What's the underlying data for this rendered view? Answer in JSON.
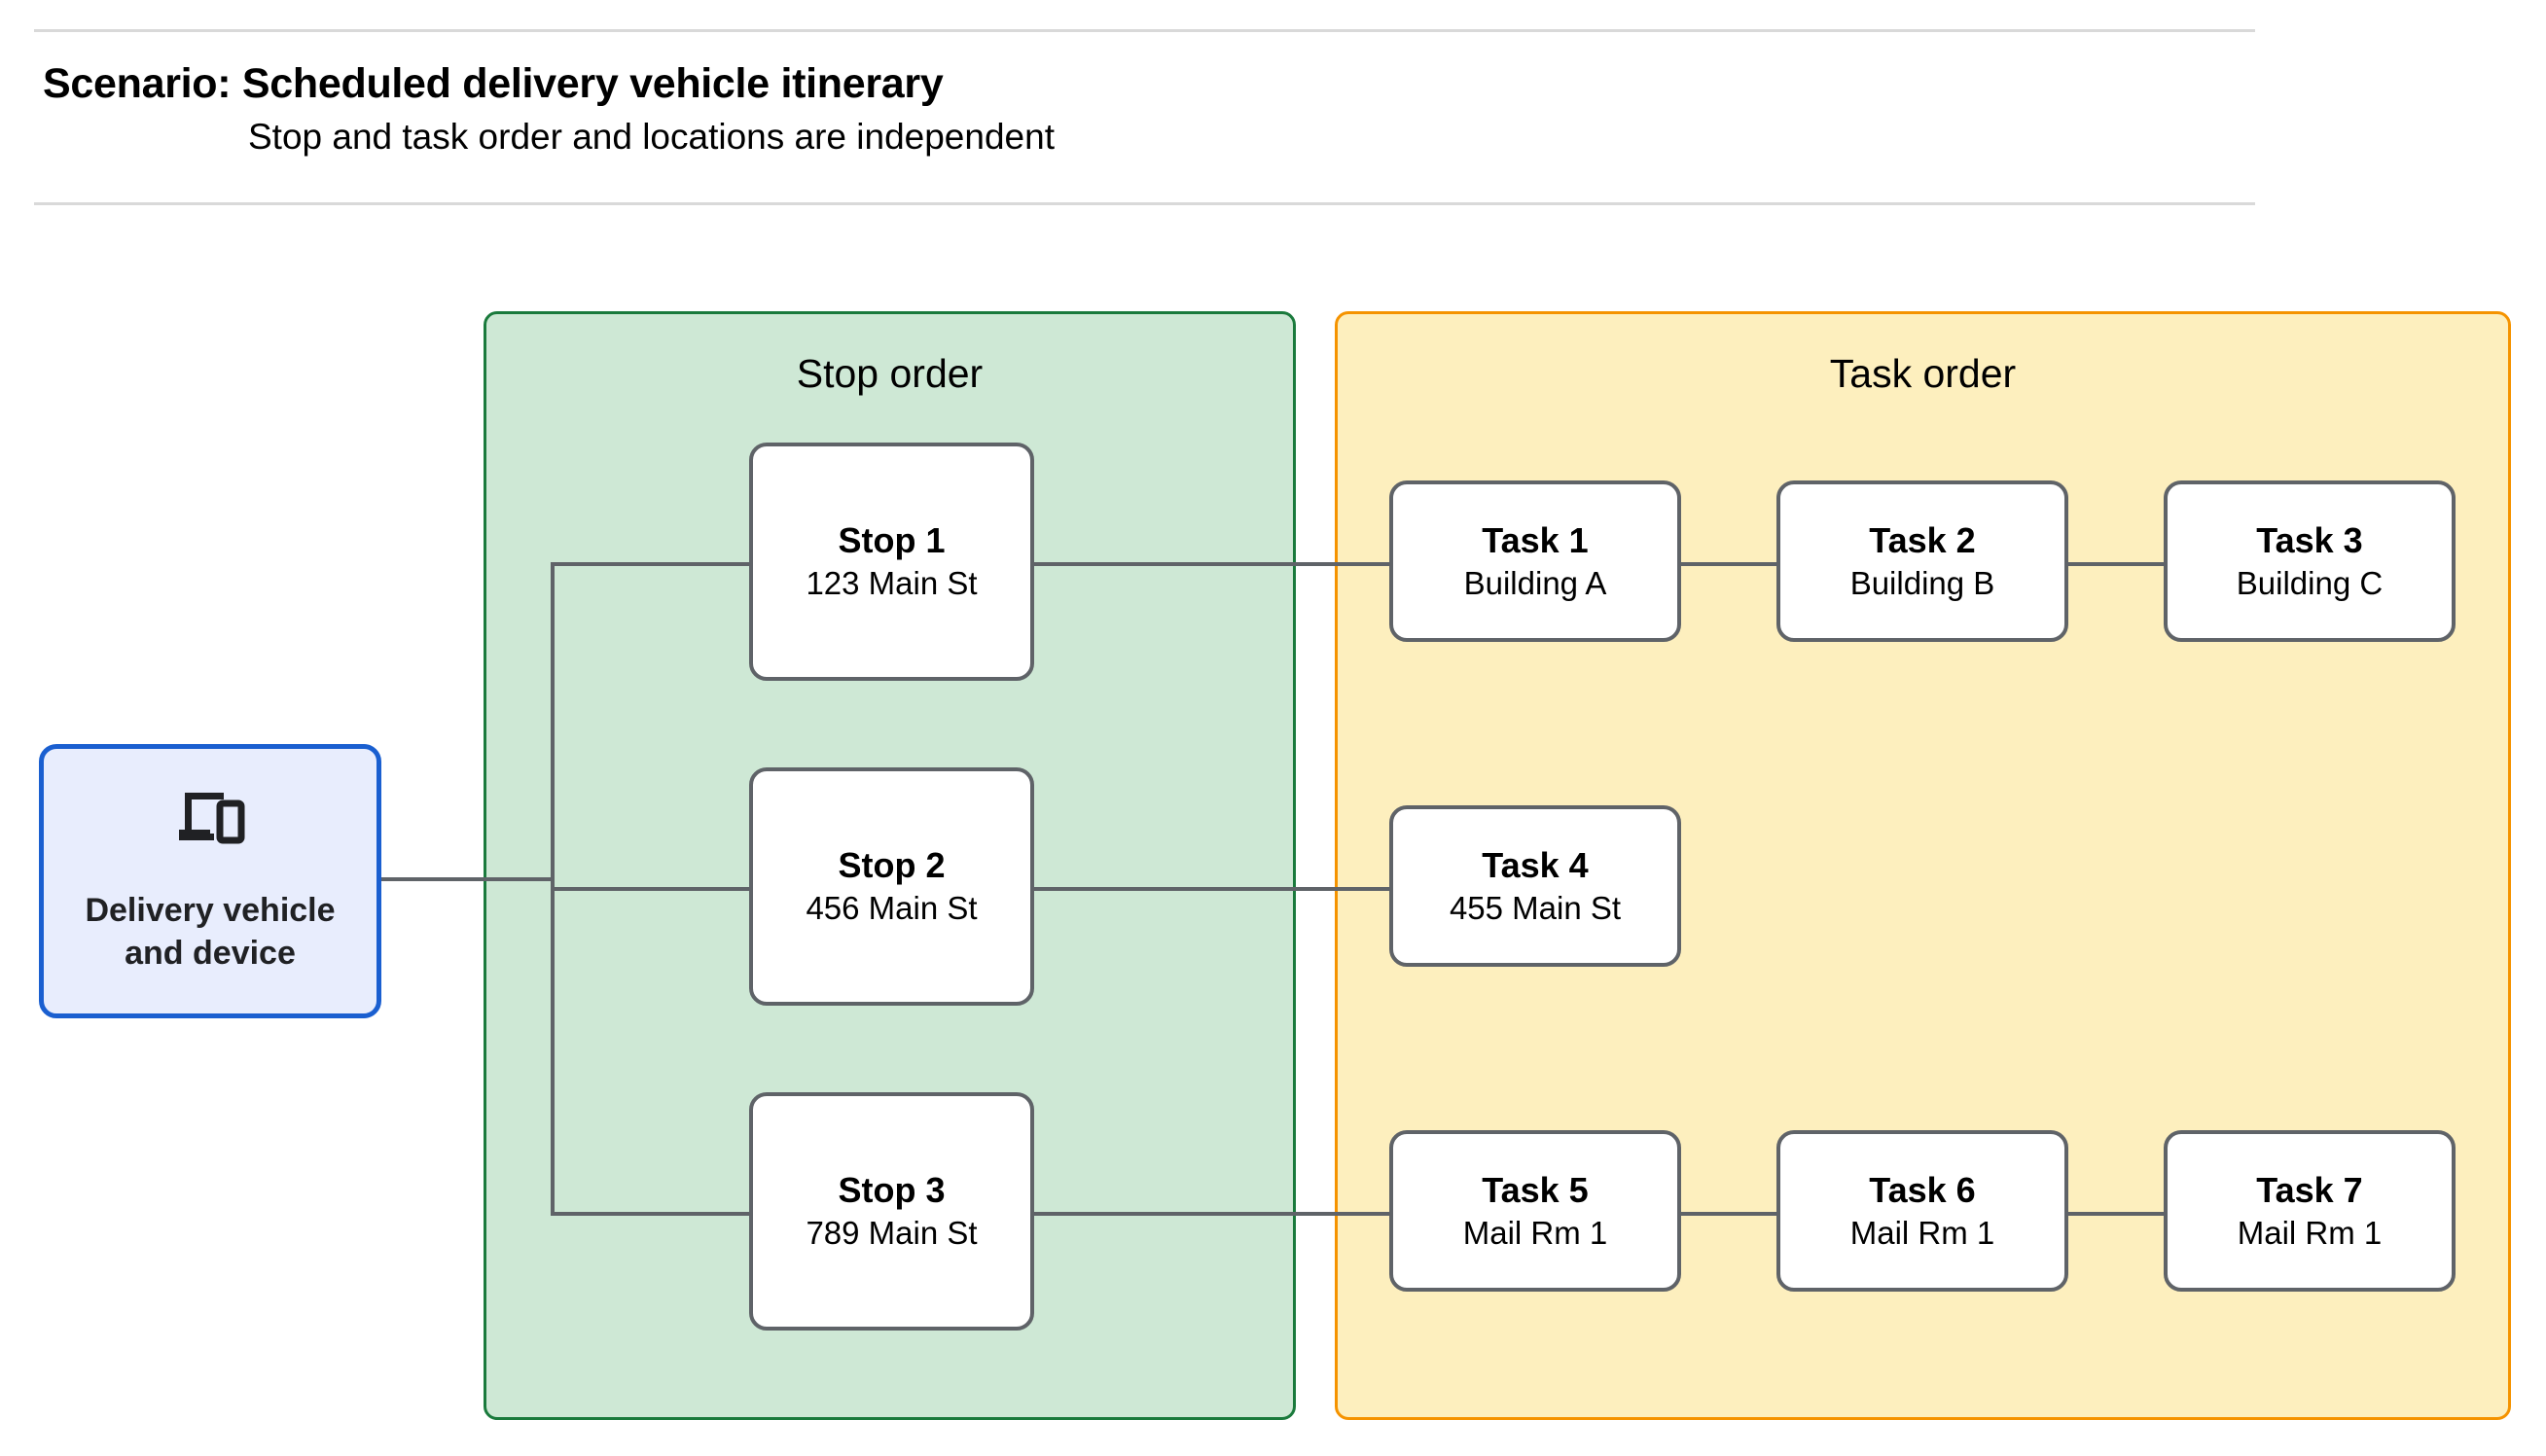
{
  "header": {
    "title": "Scenario: Scheduled delivery vehicle itinerary",
    "subtitle": "Stop and task order and locations are independent"
  },
  "vehicle": {
    "icon": "devices-icon",
    "label": "Delivery vehicle\nand device"
  },
  "stop_panel": {
    "title": "Stop order",
    "stops": [
      {
        "title": "Stop 1",
        "address": "123 Main St"
      },
      {
        "title": "Stop 2",
        "address": "456 Main St"
      },
      {
        "title": "Stop 3",
        "address": "789 Main St"
      }
    ]
  },
  "task_panel": {
    "title": "Task order",
    "rows": [
      [
        {
          "title": "Task 1",
          "location": "Building A"
        },
        {
          "title": "Task 2",
          "location": "Building B"
        },
        {
          "title": "Task 3",
          "location": "Building C"
        }
      ],
      [
        {
          "title": "Task 4",
          "location": "455 Main St"
        }
      ],
      [
        {
          "title": "Task 5",
          "location": "Mail Rm 1"
        },
        {
          "title": "Task 6",
          "location": "Mail Rm 1"
        },
        {
          "title": "Task 7",
          "location": "Mail Rm 1"
        }
      ]
    ]
  },
  "colors": {
    "stop_panel_fill": "#cee8d5",
    "stop_panel_border": "#1a7a3c",
    "task_panel_fill": "#fdefbe",
    "task_panel_border": "#f59300",
    "vehicle_fill": "#e8edfd",
    "vehicle_border": "#1a5fd0",
    "node_border": "#5f6368",
    "connector": "#5f6368",
    "divider": "#d9d9d9"
  }
}
